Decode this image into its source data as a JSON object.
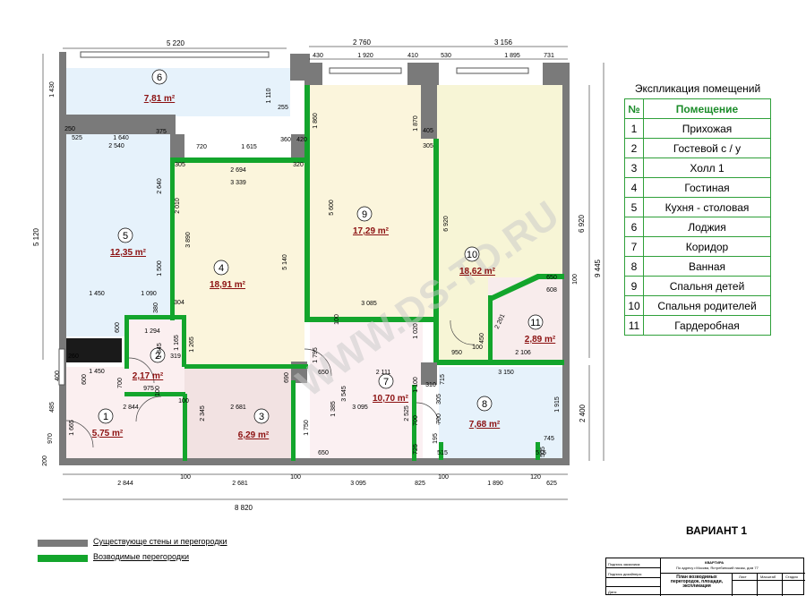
{
  "legend": {
    "title": "Экспликация помещений",
    "header_num": "№",
    "header_name": "Помещение",
    "rows": [
      {
        "num": "1",
        "name": "Прихожая"
      },
      {
        "num": "2",
        "name": "Гостевой с / у"
      },
      {
        "num": "3",
        "name": "Холл 1"
      },
      {
        "num": "4",
        "name": "Гостиная"
      },
      {
        "num": "5",
        "name": "Кухня - столовая"
      },
      {
        "num": "6",
        "name": "Лоджия"
      },
      {
        "num": "7",
        "name": "Коридор"
      },
      {
        "num": "8",
        "name": "Ванная"
      },
      {
        "num": "9",
        "name": "Спальня детей"
      },
      {
        "num": "10",
        "name": "Спальня родителей"
      },
      {
        "num": "11",
        "name": "Гардеробная"
      }
    ]
  },
  "variant": "ВАРИАНТ  1",
  "keys": {
    "existing": "Существующе стены и перегородки",
    "new": "Возводимые перегородки"
  },
  "rooms": [
    {
      "num": "1",
      "area": "5,75 m²"
    },
    {
      "num": "2",
      "area": "2,17 m²"
    },
    {
      "num": "3",
      "area": "6,29 m²"
    },
    {
      "num": "4",
      "area": "18,91 m²"
    },
    {
      "num": "5",
      "area": "12,35 m²"
    },
    {
      "num": "6",
      "area": "7,81 m²"
    },
    {
      "num": "7",
      "area": "10,70 m²"
    },
    {
      "num": "8",
      "area": "7,68 m²"
    },
    {
      "num": "9",
      "area": "17,29 m²"
    },
    {
      "num": "10",
      "area": "18,62 m²"
    },
    {
      "num": "11",
      "area": "2,89 m²"
    }
  ],
  "watermark": "WWW.DS-TD.RU",
  "dims": {
    "top_5220": "5 220",
    "top_2760": "2 760",
    "top_3156": "3 156",
    "top_430": "430",
    "top_1920": "1 920",
    "top_410": "410",
    "top_530": "530",
    "top_1895": "1 895",
    "top_731": "731",
    "bottom_2844": "2 844",
    "bottom_100a": "100",
    "bottom_2681": "2 681",
    "bottom_100b": "100",
    "bottom_3095": "3 095",
    "bottom_825": "825",
    "bottom_1890": "1 890",
    "bottom_120": "120",
    "bottom_625": "625",
    "bottom_100c": "100",
    "bottom_8820": "8 820",
    "right_6920": "6 920",
    "right_9445": "9 445",
    "right_2400": "2 400",
    "left_5120": "5 120",
    "left_1430": "1 430",
    "left_485": "485",
    "left_970": "970",
    "left_200": "200",
    "left_400": "400",
    "r6_1110": "1 110",
    "r6_255": "255",
    "r5_250": "250",
    "r5_525": "525",
    "r5_1640": "1 640",
    "r5_375": "375",
    "r5_2540": "2 540",
    "r5_2640": "2 640",
    "r5_1500": "1 500",
    "r5_1450": "1 450",
    "r5_1090": "1 090",
    "r4_720": "720",
    "r4_1615": "1 615",
    "r4_360": "360",
    "r4_420": "420",
    "r4_305": "305",
    "r4_2694": "2 694",
    "r4_320": "320",
    "r4_3339": "3 339",
    "r4_2010": "2 010",
    "r4_3890": "3 890",
    "r4_5140": "5 140",
    "r4_380": "380",
    "r4_304": "304",
    "r9_1860": "1 860",
    "r9_5600": "5 600",
    "r9_3085": "3 085",
    "r9_100": "100",
    "r10_1870": "1 870",
    "r10_405": "405",
    "r10_305": "305",
    "r10_6920": "6 920",
    "r10_650": "650",
    "r10_608": "608",
    "r10_100": "100",
    "r10_2201": "2 201",
    "r10_450": "450",
    "r10_100b": "100",
    "r11_950": "950",
    "r11_2106": "2 106",
    "r2_1294": "1 294",
    "r2_600": "600",
    "r2_1845": "1 845",
    "r2_1165": "1 165",
    "r2_1265": "1 265",
    "r2_319": "319",
    "r2_975": "975",
    "r2_700": "700",
    "r2_100": "100",
    "r2_100b": "100",
    "r1_260": "260",
    "r1_1450": "1 450",
    "r1_600": "600",
    "r1_2844": "2 844",
    "r1_1665": "1 665",
    "r3_2681": "2 681",
    "r3_2345": "2 345",
    "r3_690": "690",
    "r7_1795": "1 795",
    "r7_650": "650",
    "r7_2111": "2 111",
    "r7_3545": "3 545",
    "r7_1385": "1 385",
    "r7_3095": "3 095",
    "r7_1750": "1 750",
    "r7_1020": "1 020",
    "r7_1100": "1 100",
    "r7_310": "310",
    "r7_2525": "2 525",
    "r7_700": "700",
    "r7_725": "725",
    "r7_650b": "650",
    "r8_3150": "3 150",
    "r8_715": "715",
    "r8_305": "305",
    "r8_700": "700",
    "r8_1915": "1 915",
    "r8_745": "745",
    "r8_195": "195",
    "r8_515": "515",
    "r8_515b": "515",
    "r8_505": "505"
  },
  "stamp": {
    "r1": "Подпись заказчика:",
    "r2": "Подпись дизайнера:",
    "r3": "Дата:",
    "title": "КВАРТИРА",
    "address": "По адресу г.Москва, Ястребинский пасаж, дом 77",
    "col_list": "Лист",
    "col_scale": "Масштаб",
    "col_stage": "Стадия",
    "desc": "План возводимых перегородок, площади, экспликация"
  },
  "colors": {
    "existing_wall": "#7a7a7a",
    "new_wall": "#13a52c",
    "area_text": "#8b1010"
  }
}
